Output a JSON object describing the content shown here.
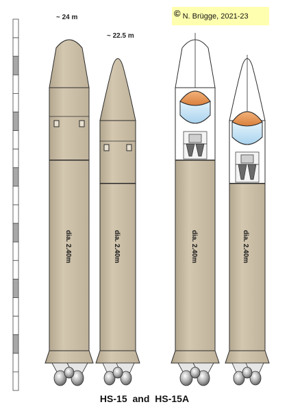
{
  "credit": {
    "symbol": "©",
    "text": "N. Brügge, 2021-23"
  },
  "length_labels": {
    "hs15": "~ 24 m",
    "hs15a": "~ 22.5 m"
  },
  "diameter_label": "dia. 2.40m",
  "caption": "HS-15 and HS-15A",
  "colors": {
    "body": "#c9bca4",
    "outline": "#2b2b2b",
    "oxidizer_tank": "#e89a5a",
    "fuel_tank": "#cfe8f7",
    "fairing": "#ffffff",
    "credit_bg": "#ffffb0"
  },
  "scale": {
    "segments": 20,
    "shaded_segments": [
      2,
      5,
      8,
      11,
      14,
      17
    ]
  }
}
